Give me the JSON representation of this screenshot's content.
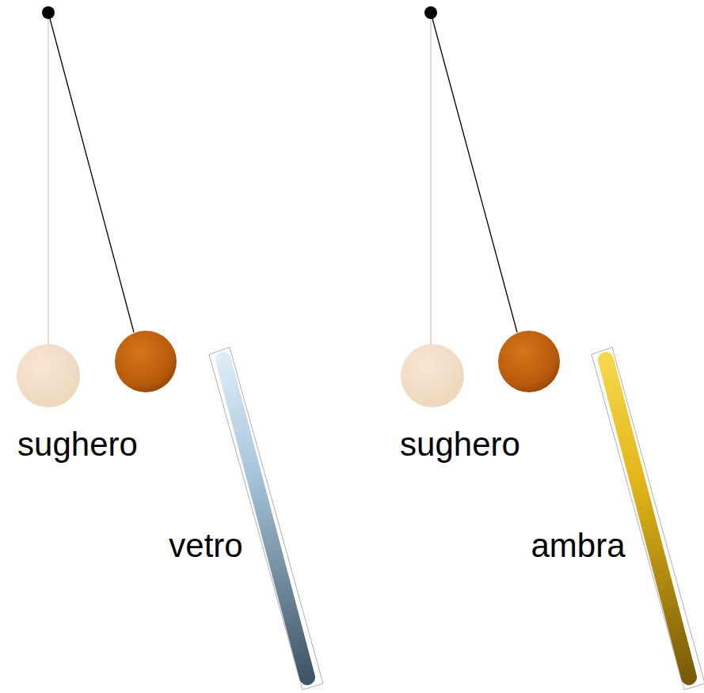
{
  "diagram": {
    "labels": [
      "sughero",
      "vetro",
      "sughero",
      "ambra"
    ]
  }
}
